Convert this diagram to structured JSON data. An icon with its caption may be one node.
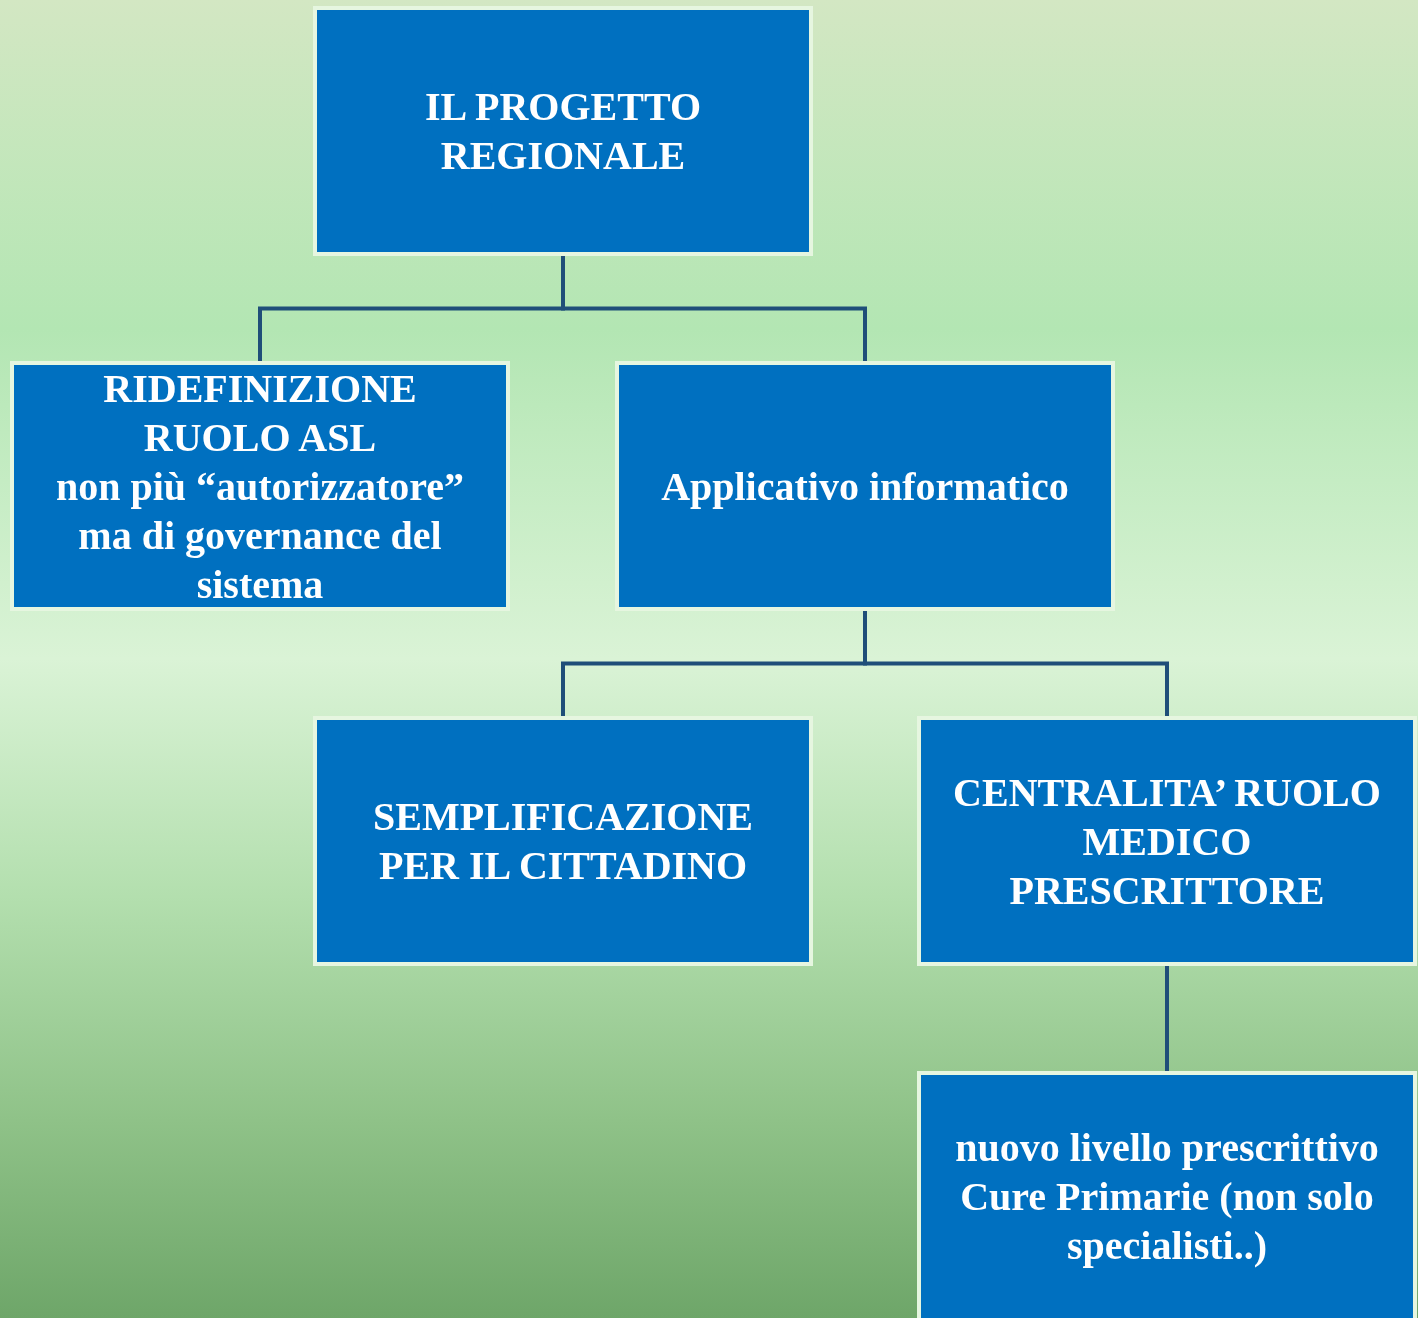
{
  "diagram": {
    "nodes": [
      {
        "text": [
          "IL PROGETTO REGIONALE"
        ]
      },
      {
        "text": [
          "RIDEFINIZIONE RUOLO ASL",
          "non più “autorizzatore” ma  di governance del sistema"
        ]
      },
      {
        "text": [
          "Applicativo informatico"
        ]
      },
      {
        "text": [
          "SEMPLIFICAZIONE PER IL CITTADINO"
        ]
      },
      {
        "text": [
          "CENTRALITA’ RUOLO MEDICO PRESCRITTORE"
        ]
      },
      {
        "text": [
          "nuovo livello prescrittivo Cure Primarie (non solo specialisti..)"
        ]
      }
    ],
    "edges": [
      {
        "from": 0,
        "to": 1,
        "arrow": "none"
      },
      {
        "from": 0,
        "to": 2,
        "arrow": "none"
      },
      {
        "from": 2,
        "to": 3,
        "arrow": "none"
      },
      {
        "from": 2,
        "to": 4,
        "arrow": "none"
      },
      {
        "from": 4,
        "to": 5,
        "arrow": "none"
      }
    ]
  }
}
